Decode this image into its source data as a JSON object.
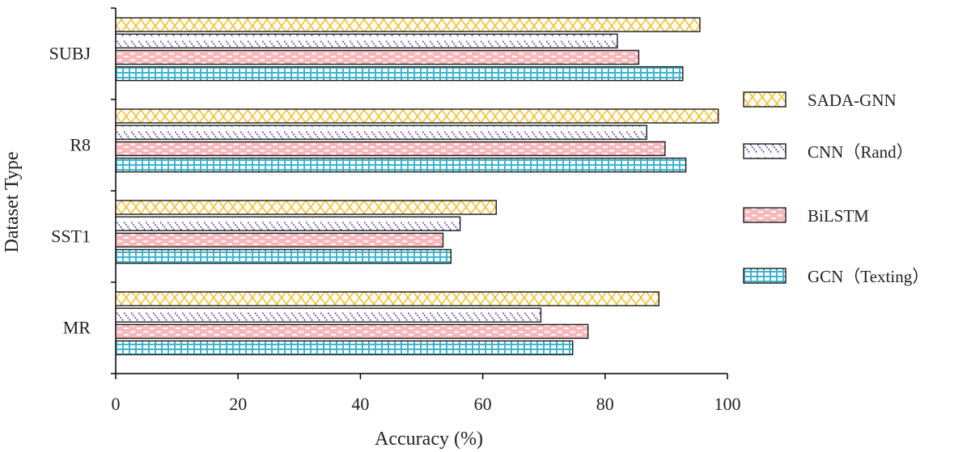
{
  "chart_data": {
    "type": "bar",
    "orientation": "horizontal",
    "title": "",
    "xlabel": "Accuracy (%)",
    "ylabel": "Dataset Type",
    "xlim": [
      0,
      100
    ],
    "xticks": [
      0,
      20,
      40,
      60,
      80,
      100
    ],
    "categories": [
      "SUBJ",
      "R8",
      "SST1",
      "MR"
    ],
    "series": [
      {
        "name": "SADA-GNN",
        "values": [
          95.5,
          98.5,
          62.2,
          88.8
        ],
        "color": "#f2c230",
        "pattern": "crosshatch-zigzag"
      },
      {
        "name": "CNN（Rand）",
        "values": [
          82.0,
          86.8,
          56.3,
          69.5
        ],
        "color": "#6a55a3",
        "pattern": "diagonal-stripes"
      },
      {
        "name": "BiLSTM",
        "values": [
          85.5,
          89.8,
          53.5,
          77.2
        ],
        "color": "#ee8f93",
        "pattern": "brick"
      },
      {
        "name": "GCN（Texting）",
        "values": [
          92.7,
          93.2,
          54.8,
          74.7
        ],
        "color": "#3fb4cf",
        "pattern": "grid"
      }
    ],
    "grid": false,
    "legend_position": "right"
  }
}
